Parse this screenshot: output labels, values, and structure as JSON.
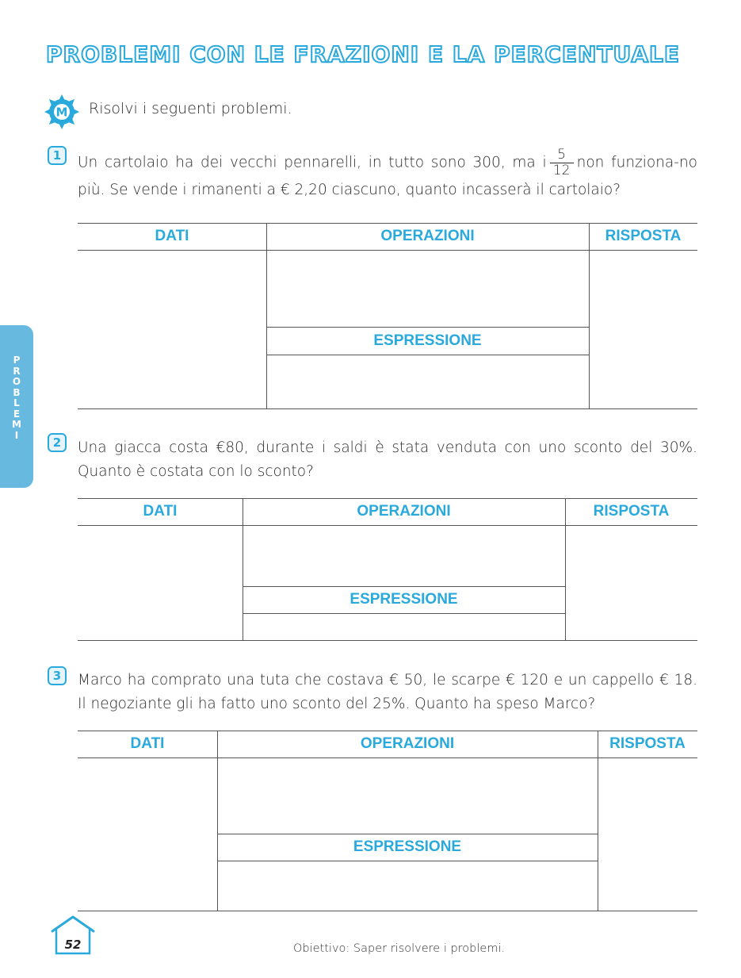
{
  "title": "PROBLEMI CON LE FRAZIONI E LA PERCENTUALE",
  "side_tab": [
    "P",
    "R",
    "O",
    "B",
    "L",
    "E",
    "M",
    "I"
  ],
  "badge_letter": "M",
  "instruction": "Risolvi i seguenti problemi.",
  "problems": [
    {
      "number": "1",
      "text_before": "Un cartolaio ha dei vecchi pennarelli, in tutto sono 300, ma i",
      "frac_num": "5",
      "frac_den": "12",
      "text_after": "non funziona-no più. Se vende i rimanenti a € 2,20 ciascuno, quanto incasserà il cartolaio?"
    },
    {
      "number": "2",
      "text": "Una giacca costa €80, durante i saldi è stata venduta con uno sconto del 30%. Quanto è costata con lo sconto?"
    },
    {
      "number": "3",
      "text": "Marco ha comprato una tuta che costava € 50, le scarpe € 120 e un cappello € 18. Il negoziante gli ha fatto uno sconto del 25%. Quanto ha speso Marco?"
    }
  ],
  "table_headers": {
    "dati": "DATI",
    "operazioni": "OPERAZIONI",
    "risposta": "RISPOSTA",
    "espressione": "ESPRESSIONE"
  },
  "page_number": "52",
  "footer": "Obiettivo: Saper risolvere i problemi.",
  "colors": {
    "accent": "#29a9dc",
    "tab": "#67b9e0"
  }
}
